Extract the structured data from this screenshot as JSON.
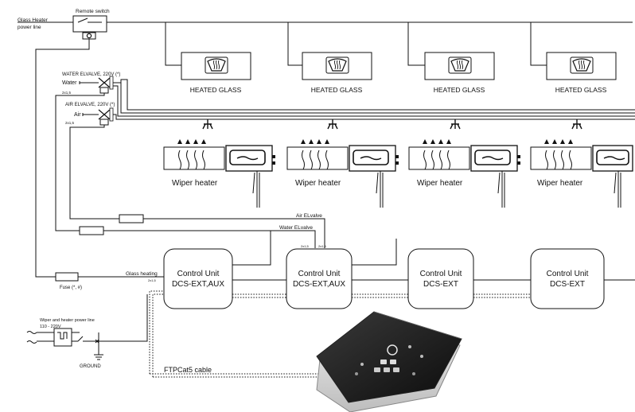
{
  "labels": {
    "remote_switch": "Remote switch",
    "glass_heater_power_line_1": "Glass Heater",
    "glass_heater_power_line_2": "power line",
    "water_elvalve": "WATER ELVALVE, 220V  (*)",
    "water": "Water",
    "air_elvalve": "AIR ELVALVE, 220V  (*)",
    "air": "Air",
    "small_2x1": "2x1,5",
    "air_elvalve_line": "Air ELvalve",
    "water_elvalve_line": "Water ELvalve",
    "glass_heating": "Glass heating",
    "fuse": "Fuse (*, #)",
    "wiper_power_line_1": "Wiper and heater power line",
    "wiper_power_line_2": "110 - 220V",
    "ground": "GROUND",
    "cable": "FTPCat5 cable"
  },
  "heated_glass_label": "HEATED GLASS",
  "wiper_heater_label": "Wiper heater",
  "control_units": [
    {
      "line1": "Control Unit",
      "line2": "DCS-EXT,AUX"
    },
    {
      "line1": "Control Unit",
      "line2": "DCS-EXT,AUX"
    },
    {
      "line1": "Control Unit",
      "line2": "DCS-EXT"
    },
    {
      "line1": "Control Unit",
      "line2": "DCS-EXT"
    }
  ]
}
